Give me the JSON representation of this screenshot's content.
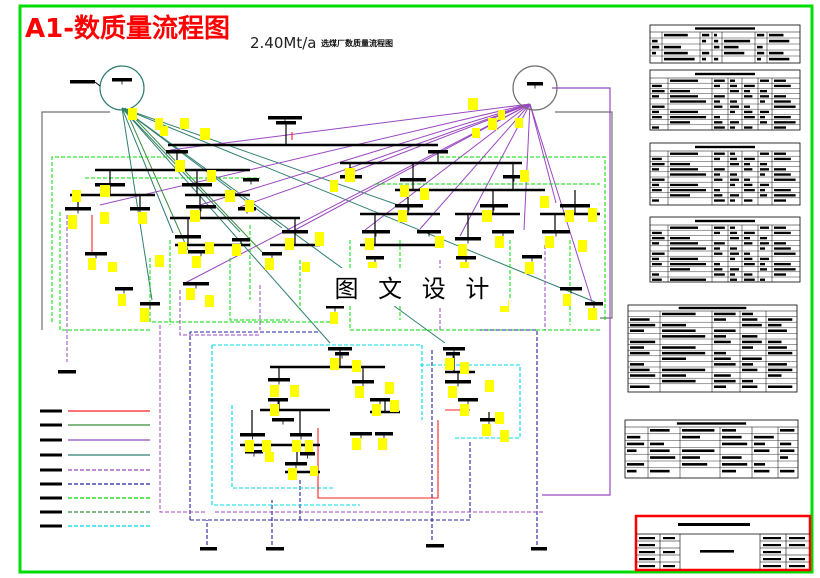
{
  "header": {
    "title": "A1-数质量流程图",
    "capacity": "2.40Mt/a",
    "subtitle": "选煤厂数质量流程图"
  },
  "watermark": "图 文 设 计",
  "colors": {
    "frame": "#00dd00",
    "title": "#ff0000",
    "equipment": "#000000",
    "data_label": "#ffff00",
    "red_line": "#ff2020",
    "green_line": "#00dd00",
    "dark_green_line": "#3c8c3c",
    "purple_line": "#9a48c0",
    "teal_line": "#2f7f6f",
    "navy_line": "#2424a0",
    "cyan_line": "#00d8e8",
    "gray_line": "#707070",
    "title_block": "#ff0000"
  }
}
